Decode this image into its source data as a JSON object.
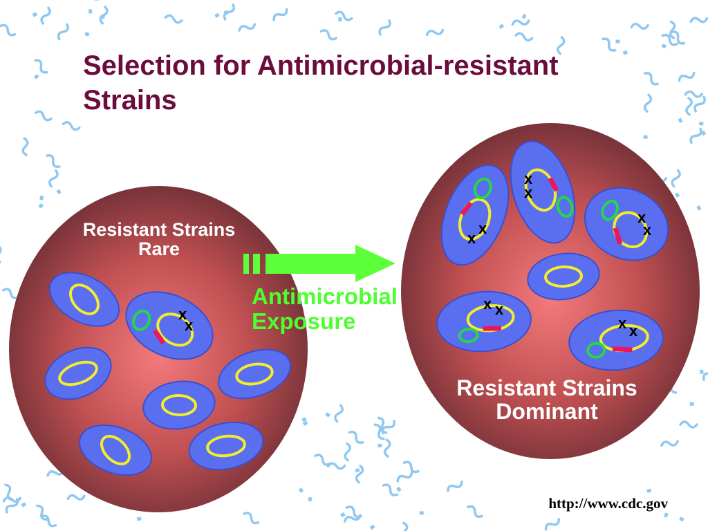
{
  "slide": {
    "title_line1": "Selection for Antimicrobial-resistant",
    "title_line2": "Strains",
    "source_url": "http://www.cdc.gov"
  },
  "left_culture": {
    "label_line1": "Resistant Strains",
    "label_line2": "Rare"
  },
  "right_culture": {
    "label_line1": "Resistant Strains",
    "label_line2": "Dominant"
  },
  "transition": {
    "label_line1": "Antimicrobial",
    "label_line2": "Exposure"
  },
  "mutation_mark": "x",
  "colors": {
    "title": "#6b0d3c",
    "culture_center": "#f47a7c",
    "culture_edge": "#6e2f36",
    "bacterium_fill": "#5a6ff0",
    "bacterium_outline": "#3a4fcf",
    "chromosome": "#f4ec2c",
    "plasmid": "#22d84a",
    "resistance_gene": "#e81860",
    "arrow": "#5cff3a",
    "confetti": "#8fc8f0"
  }
}
